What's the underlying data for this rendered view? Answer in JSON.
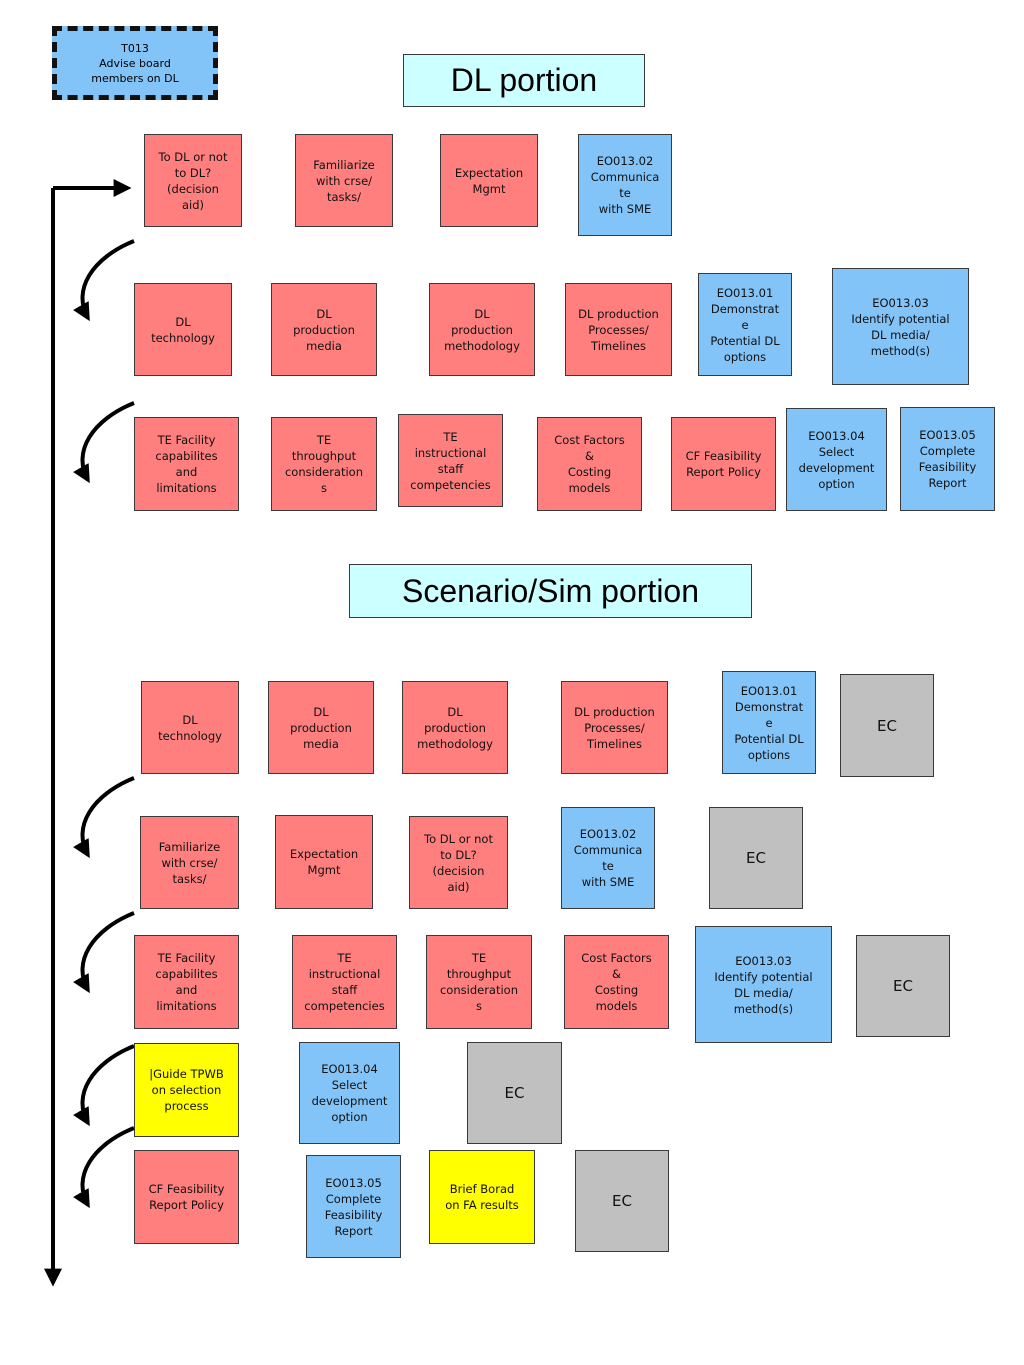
{
  "header_card": "T013\nAdvise board\nmembers on DL",
  "sections": {
    "dl_portion": "DL portion",
    "scenario_portion": "Scenario/Sim portion"
  },
  "dl": {
    "row1": [
      "To DL or not\nto DL?\n(decision\naid)",
      "Familiarize\nwith crse/\ntasks/",
      "Expectation\nMgmt",
      "EO013.02\nCommunica\nte\nwith SME"
    ],
    "row2": [
      "DL\ntechnology",
      "DL\nproduction\nmedia",
      "DL\nproduction\nmethodology",
      "DL production\nProcesses/\nTimelines",
      "EO013.01\nDemonstrat\ne\nPotential DL\noptions",
      "EO013.03\nIdentify potential\nDL media/\nmethod(s)"
    ],
    "row3": [
      "TE Facility\ncapabilites\nand\nlimitations",
      "TE\nthroughput\nconsideration\ns",
      "TE\ninstructional\nstaff\ncompetencies",
      "Cost Factors\n&\nCosting\nmodels",
      "CF Feasibility\nReport Policy",
      "EO013.04\nSelect\ndevelopment\noption",
      "EO013.05\nComplete\nFeasibility\nReport"
    ]
  },
  "sim": {
    "row1": [
      "DL\ntechnology",
      "DL\nproduction\nmedia",
      "DL\nproduction\nmethodology",
      "DL production\nProcesses/\nTimelines",
      "EO013.01\nDemonstrat\ne\nPotential DL\noptions",
      "EC"
    ],
    "row2": [
      "Familiarize\nwith crse/\ntasks/",
      "Expectation\nMgmt",
      "To DL or not\nto DL?\n(decision\naid)",
      "EO013.02\nCommunica\nte\nwith SME",
      "EC"
    ],
    "row3": [
      "TE Facility\ncapabilites\nand\nlimitations",
      "TE\ninstructional\nstaff\ncompetencies",
      "TE\nthroughput\nconsideration\ns",
      "Cost Factors\n&\nCosting\nmodels",
      "EO013.03\nIdentify potential\nDL media/\nmethod(s)",
      "EC"
    ],
    "row4": [
      "|Guide TPWB\non selection\nprocess",
      "EO013.04\nSelect\ndevelopment\noption",
      "EC"
    ],
    "row5": [
      "CF Feasibility\nReport Policy",
      "EO013.05\nComplete\nFeasibility\nReport",
      "Brief Borad\non FA results",
      "EC"
    ]
  },
  "colors": {
    "red": "#ff7f7f",
    "blue": "#82c3f8",
    "gray": "#c0c0c0",
    "yellow": "#ffff00",
    "title_fill": "#ccffff"
  }
}
